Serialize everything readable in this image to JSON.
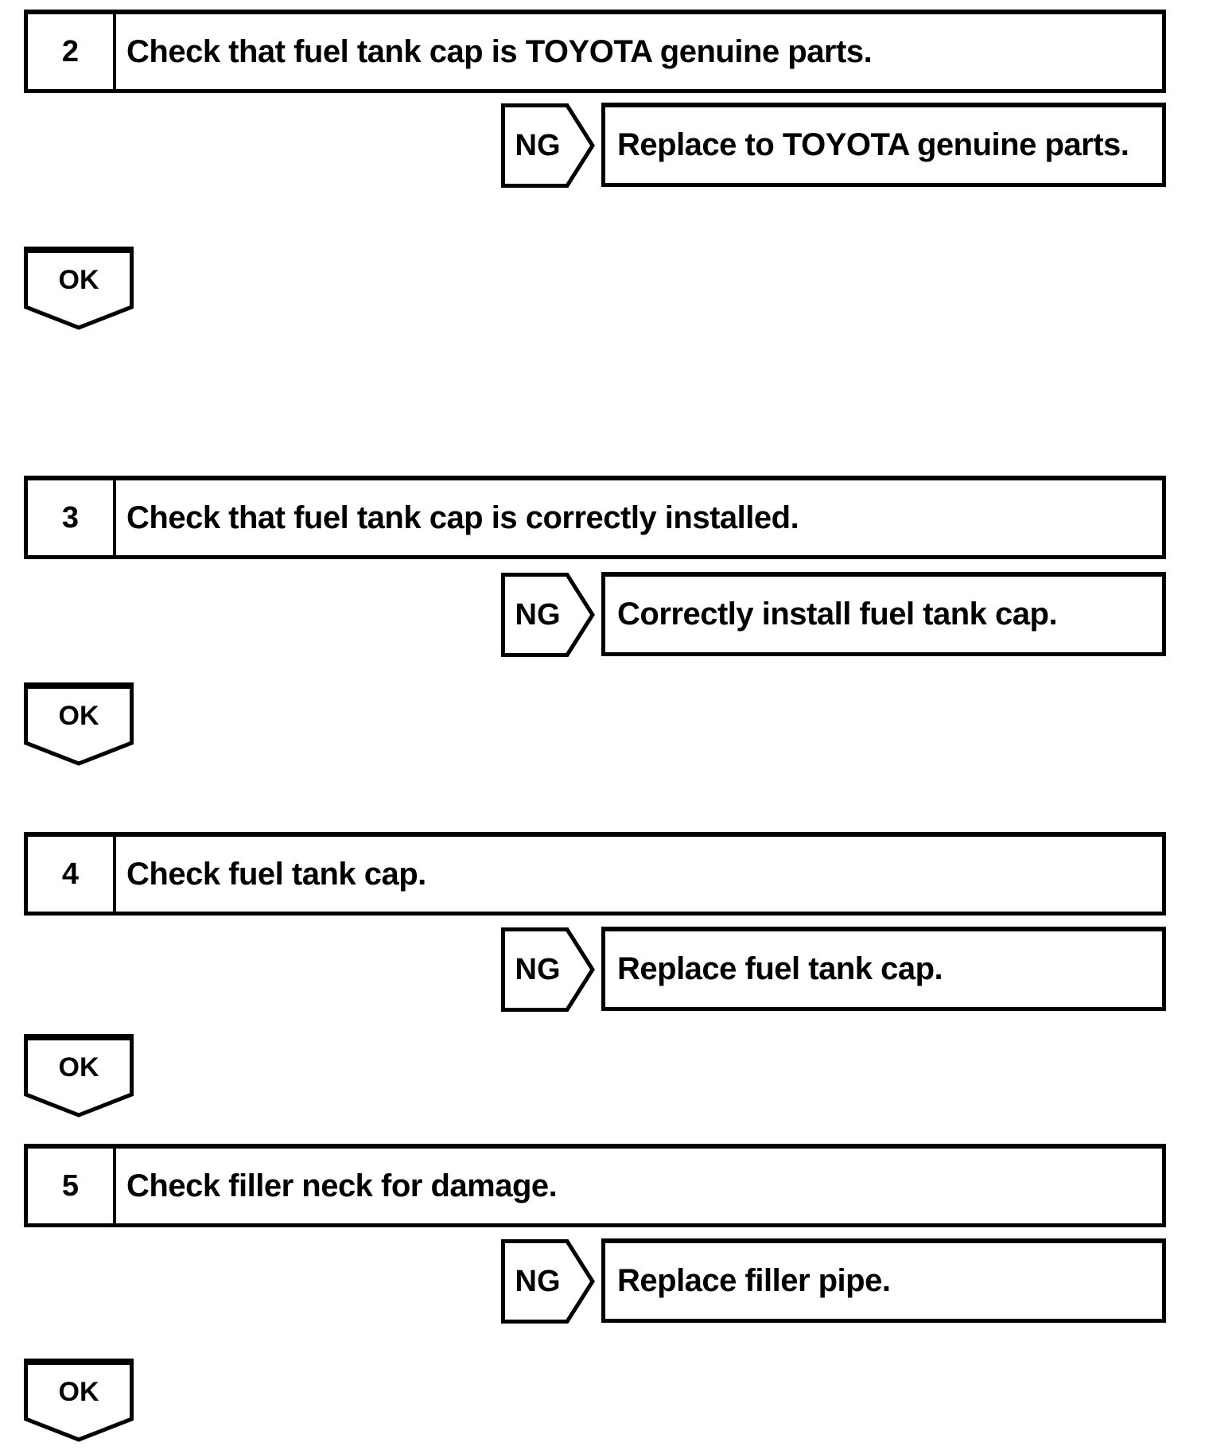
{
  "page": {
    "background_color": "#ffffff",
    "ink_color": "#000000"
  },
  "flowchart": {
    "steps": [
      {
        "number": "2",
        "question": "Check that fuel tank cap is TOYOTA genuine parts.",
        "ng_label": "NG",
        "ng_action": "Replace to TOYOTA genuine parts.",
        "ok_label": "OK"
      },
      {
        "number": "3",
        "question": "Check that fuel tank cap is correctly installed.",
        "ng_label": "NG",
        "ng_action": "Correctly install fuel tank cap.",
        "ok_label": "OK"
      },
      {
        "number": "4",
        "question": "Check fuel tank cap.",
        "ng_label": "NG",
        "ng_action": "Replace fuel tank cap.",
        "ok_label": "OK"
      },
      {
        "number": "5",
        "question": "Check filler neck for damage.",
        "ng_label": "NG",
        "ng_action": "Replace filler pipe.",
        "ok_label": "OK"
      }
    ]
  }
}
